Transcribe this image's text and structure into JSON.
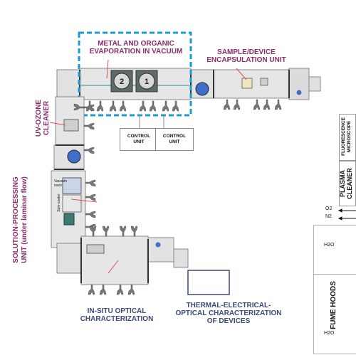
{
  "labels": {
    "evaporation": "METAL AND ORGANIC\nEVAPORATION IN VACUUM",
    "encapsulation": "SAMPLE/DEVICE\nENCAPSULATION UNIT",
    "uv_ozone": "UV-OZONE\nCLEANER",
    "solution": "SOLUTION-PROCESSING\nUNIT (under laminar flow)",
    "in_situ": "IN-SITU OPTICAL\nCHARACTERIZATION",
    "thermal": "THERMAL-ELECTRICAL-\nOPTICAL CHARACTERIZATION\nOF DEVICES",
    "fluorescence": "FLUORESCENCE\nMICROSCOPE",
    "plasma": "PLASMA\nCLEANER",
    "fume_hoods": "FUME HOODS",
    "control_unit_1": "CONTROL\nUNIT",
    "control_unit_2": "CONTROL\nUNIT",
    "source_2": "2",
    "source_1": "1",
    "vacuum_oven": "Vacuum\noven",
    "spin_coater": "Spin-coater"
  },
  "gas_lines": [
    "O2",
    "N2",
    "H2O",
    "H2O"
  ],
  "colors": {
    "label_magenta": "#8b2c6b",
    "label_navy": "#3c4a7a",
    "dashed_box": "#1e9bd1",
    "device_fill": "#e2e2e2",
    "device_blue": "#3f6fc9"
  }
}
